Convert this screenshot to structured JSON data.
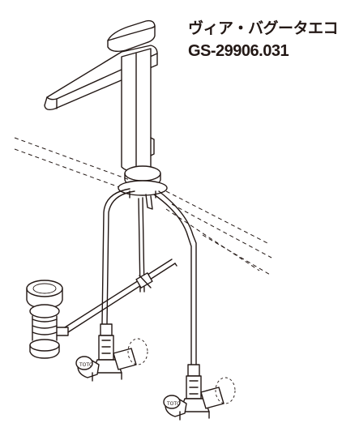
{
  "product": {
    "name": "ヴィア・バグータエコ",
    "code": "GS-29906.031"
  },
  "diagram": {
    "line_color": "#231815",
    "background": "#ffffff",
    "components": [
      "faucet-spout",
      "faucet-body",
      "countertop-outline",
      "supply-hoses",
      "drain-pop-up",
      "pop-up-rod",
      "angle-stop-valve-left",
      "angle-stop-valve-right"
    ]
  }
}
